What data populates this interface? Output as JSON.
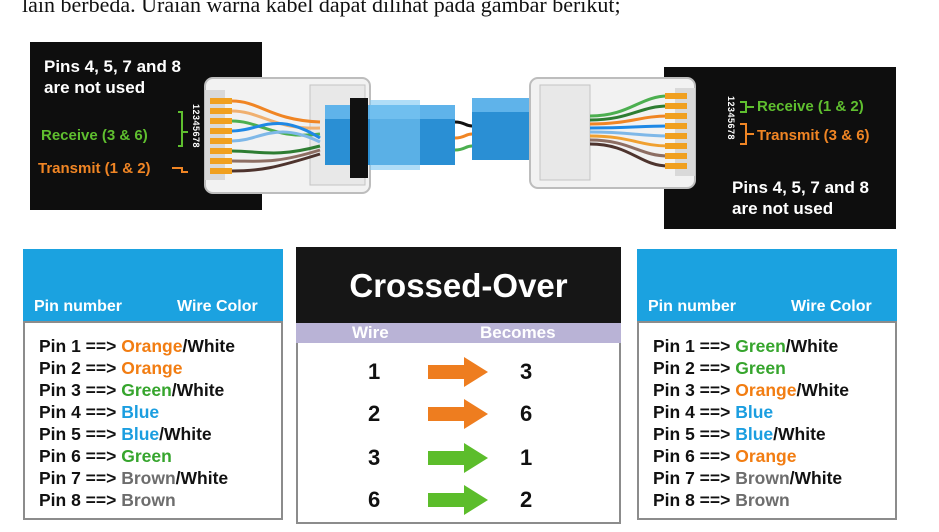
{
  "top_text": "lain berbeda. Uraian warna kabel dapat dilihat pada gambar berikut;",
  "diagram": {
    "left_note": [
      "Pins 4, 5, 7 and 8",
      "are not used"
    ],
    "left_receive": "Receive (3 & 6)",
    "left_transmit": "Transmit (1 & 2)",
    "left_pin_digits": "12345678",
    "right_receive": "Receive (1 & 2)",
    "right_transmit": "Transmit (3 & 6)",
    "right_pin_digits": "12345678",
    "right_note": [
      "Pins 4, 5, 7 and 8",
      "are not used"
    ]
  },
  "left_table": {
    "header_pin": "Pin number",
    "header_color": "Wire Color",
    "rows": [
      {
        "prefix": "Pin 1 ==> ",
        "c1": "Orange",
        "c1_class": "c-orange",
        "sep": "/",
        "c2": "White"
      },
      {
        "prefix": "Pin 2 ==> ",
        "c1": "Orange",
        "c1_class": "c-orange",
        "sep": "",
        "c2": ""
      },
      {
        "prefix": "Pin 3 ==> ",
        "c1": "Green",
        "c1_class": "c-green",
        "sep": "/",
        "c2": "White"
      },
      {
        "prefix": "Pin 4 ==> ",
        "c1": "Blue",
        "c1_class": "c-blue",
        "sep": "",
        "c2": ""
      },
      {
        "prefix": "Pin 5 ==> ",
        "c1": "Blue",
        "c1_class": "c-blue",
        "sep": "/",
        "c2": "White"
      },
      {
        "prefix": "Pin 6 ==> ",
        "c1": "Green",
        "c1_class": "c-green",
        "sep": "",
        "c2": ""
      },
      {
        "prefix": "Pin 7 ==> ",
        "c1": "Brown",
        "c1_class": "c-brown",
        "sep": "/",
        "c2": "White"
      },
      {
        "prefix": "Pin 8 ==> ",
        "c1": "Brown",
        "c1_class": "c-brown",
        "sep": "",
        "c2": ""
      }
    ]
  },
  "crossover": {
    "title": "Crossed-Over",
    "col_wire": "Wire",
    "col_becomes": "Becomes",
    "rows": [
      {
        "wire": "1",
        "becomes": "3",
        "arrow_color": "#ee7d1f"
      },
      {
        "wire": "2",
        "becomes": "6",
        "arrow_color": "#ee7d1f"
      },
      {
        "wire": "3",
        "becomes": "1",
        "arrow_color": "#5cbd2b"
      },
      {
        "wire": "6",
        "becomes": "2",
        "arrow_color": "#5cbd2b"
      }
    ]
  },
  "right_table": {
    "header_pin": "Pin number",
    "header_color": "Wire Color",
    "rows": [
      {
        "prefix": "Pin 1 ==> ",
        "c1": "Green",
        "c1_class": "c-green",
        "sep": "/",
        "c2": "White"
      },
      {
        "prefix": "Pin 2 ==> ",
        "c1": "Green",
        "c1_class": "c-green",
        "sep": "",
        "c2": ""
      },
      {
        "prefix": "Pin 3 ==> ",
        "c1": "Orange",
        "c1_class": "c-orange",
        "sep": "/",
        "c2": "White"
      },
      {
        "prefix": "Pin 4 ==> ",
        "c1": "Blue",
        "c1_class": "c-blue",
        "sep": "",
        "c2": ""
      },
      {
        "prefix": "Pin 5 ==> ",
        "c1": "Blue",
        "c1_class": "c-blue",
        "sep": "/",
        "c2": "White"
      },
      {
        "prefix": "Pin 6 ==> ",
        "c1": "Orange",
        "c1_class": "c-orange",
        "sep": "",
        "c2": ""
      },
      {
        "prefix": "Pin 7 ==> ",
        "c1": "Brown",
        "c1_class": "c-brown",
        "sep": "/",
        "c2": "White"
      },
      {
        "prefix": "Pin 8 ==> ",
        "c1": "Brown",
        "c1_class": "c-brown",
        "sep": "",
        "c2": ""
      }
    ]
  },
  "colors": {
    "header_blue": "#1ba2e0",
    "cable_blue": "#1f8fd0",
    "receive_green": "#5fbf2f",
    "transmit_orange": "#f08524"
  }
}
